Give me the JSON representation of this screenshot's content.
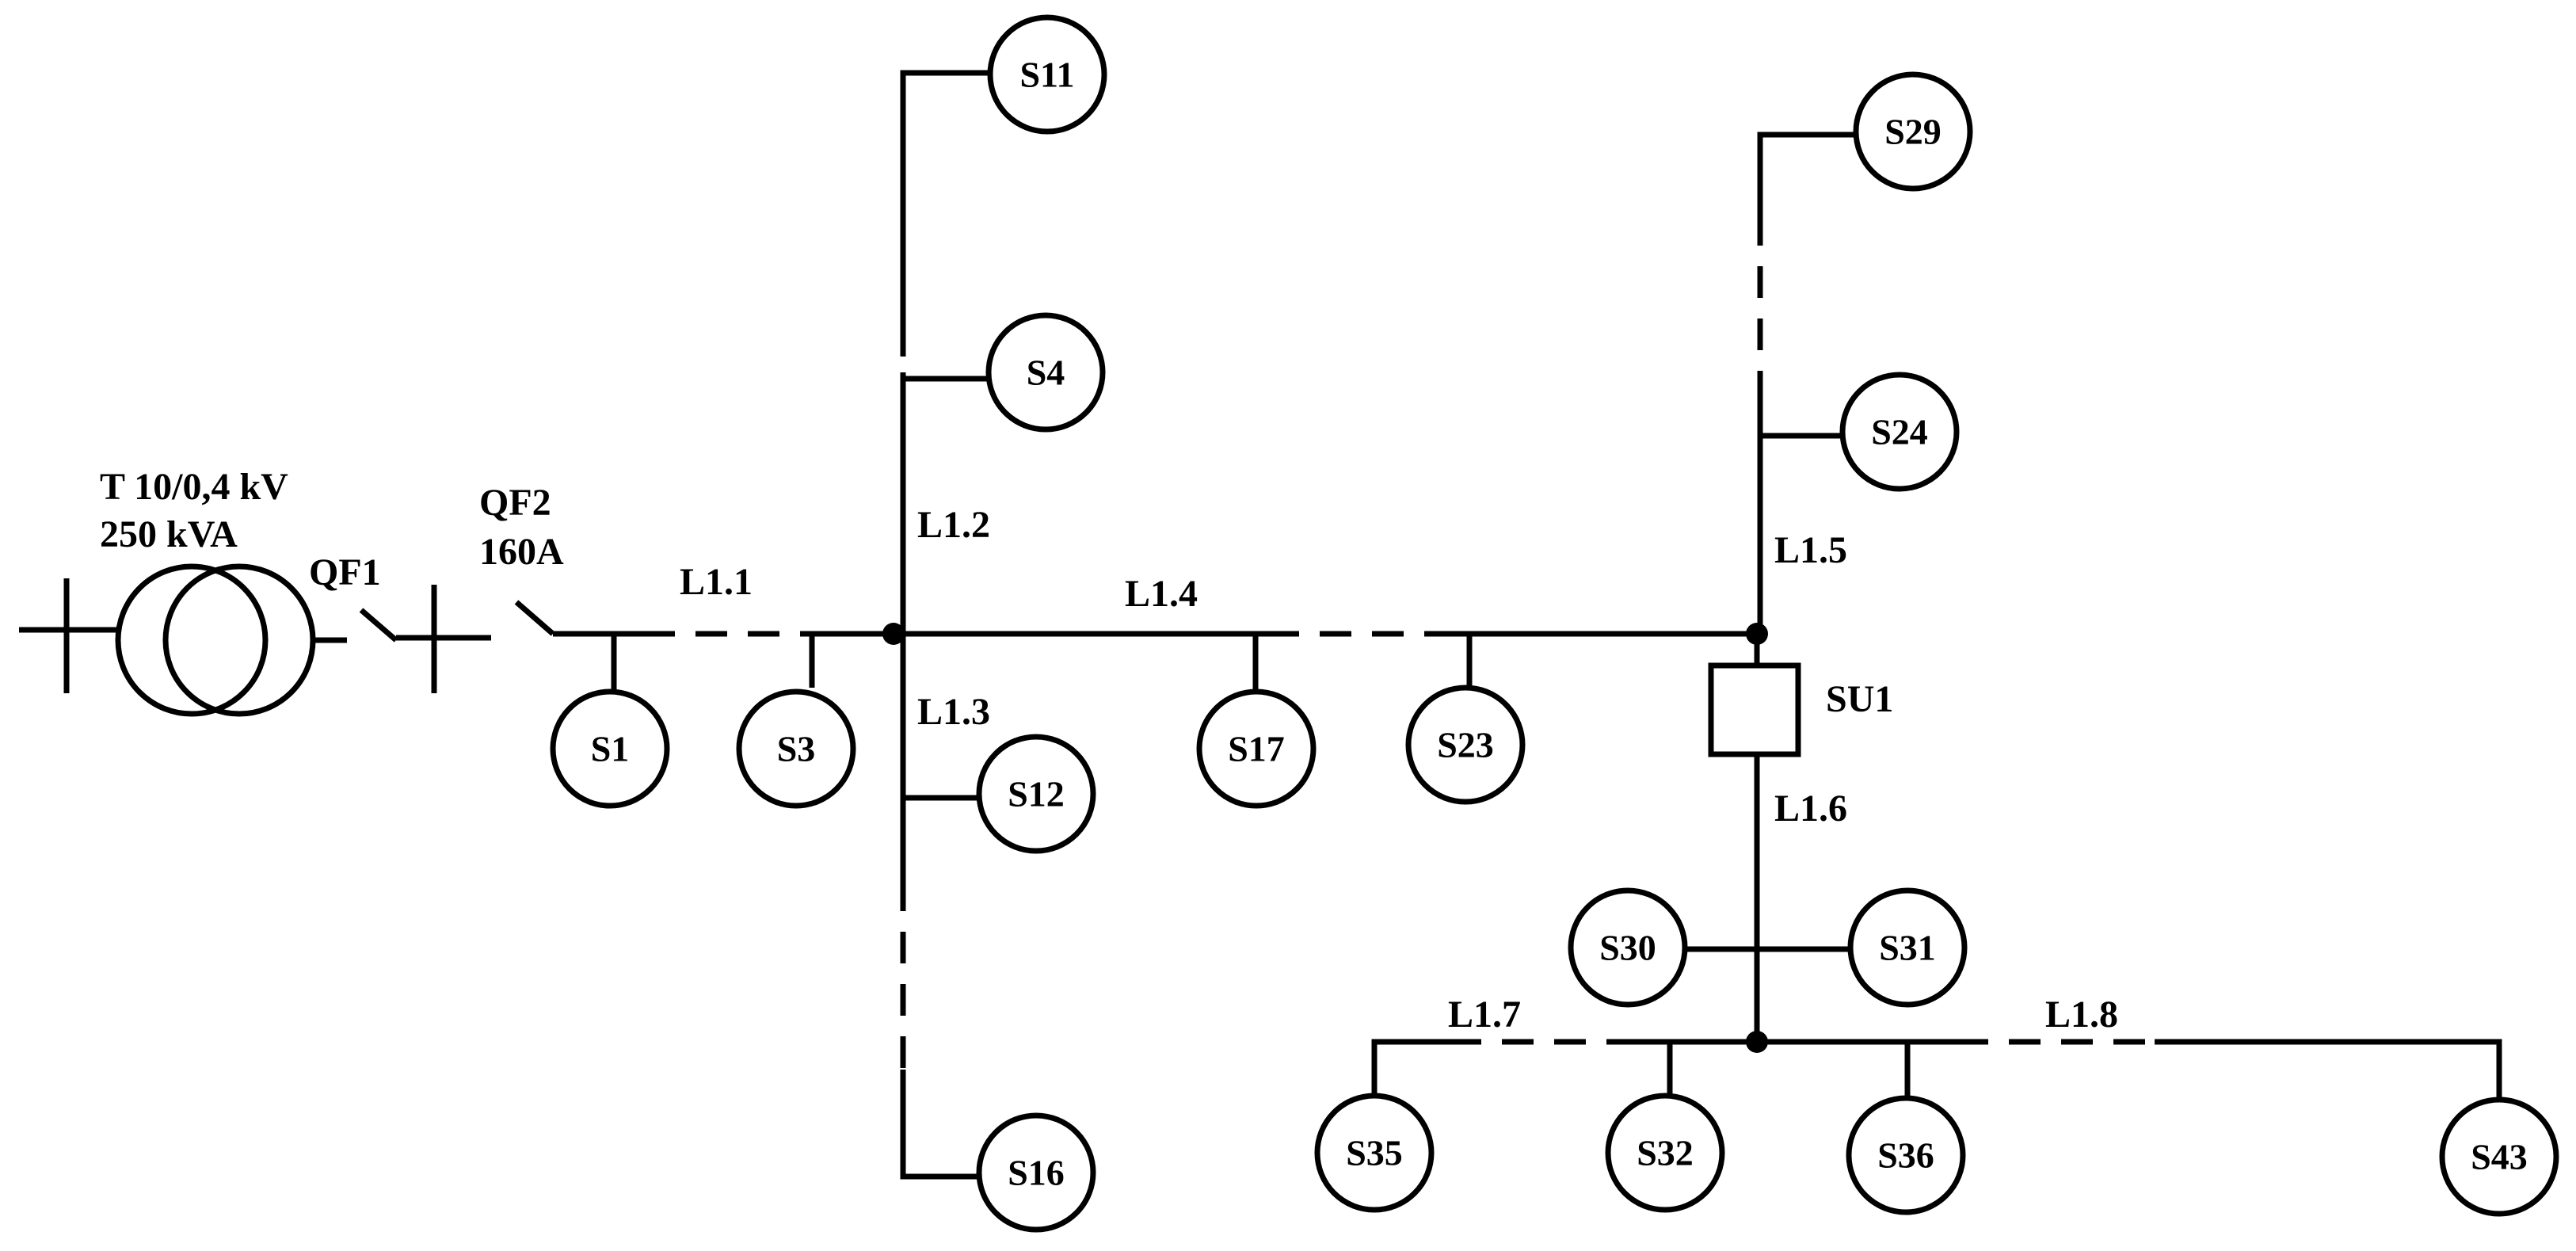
{
  "transformer": {
    "line1": "T 10/0,4 kV",
    "line2": "250 kVA"
  },
  "breakers": {
    "qf1": {
      "label": "QF1"
    },
    "qf2": {
      "label": "QF2",
      "rating": "160A"
    }
  },
  "unit": {
    "label": "SU1"
  },
  "lines": {
    "l1_1": "L1.1",
    "l1_2": "L1.2",
    "l1_3": "L1.3",
    "l1_4": "L1.4",
    "l1_5": "L1.5",
    "l1_6": "L1.6",
    "l1_7": "L1.7",
    "l1_8": "L1.8"
  },
  "nodes": {
    "s1": "S1",
    "s3": "S3",
    "s4": "S4",
    "s11": "S11",
    "s12": "S12",
    "s16": "S16",
    "s17": "S17",
    "s23": "S23",
    "s24": "S24",
    "s29": "S29",
    "s30": "S30",
    "s31": "S31",
    "s32": "S32",
    "s35": "S35",
    "s36": "S36",
    "s43": "S43"
  }
}
